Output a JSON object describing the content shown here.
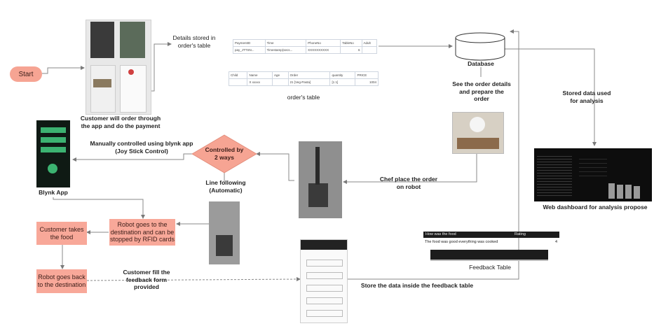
{
  "start": "Start",
  "labels": {
    "details_stored": "Details stored in order's table",
    "customer_order": "Customer will order through the app and do the payment",
    "orders_table": "order's table",
    "database": "Database",
    "see_order": "See the order details and prepare the order",
    "stored_analysis": "Stored data used for analysis",
    "web_dashboard": "Web dashboard for analysis propose",
    "chef_place": "Chef place the order on robot",
    "controlled": "Controlled by 2 ways",
    "manual": "Manually controlled using  blynk app (Joy Stick Control)",
    "blynk": "Blynk App",
    "line_following": "Line following (Automatic)",
    "robot_goes": "Robot goes to the destination and can be stopped by RFID cards",
    "customer_takes": "Customer takes the food",
    "robot_back": "Robot goes back to the destination",
    "customer_fill": "Customer fill the feedback form provided",
    "store_feedback": "Store the data inside the feedback table",
    "feedback_table": "Feedback Table"
  },
  "table1": {
    "headers": [
      "PaymentID",
      "Time",
      "PhoneNo",
      "TableNo",
      "Adult"
    ],
    "row": [
      "pay_JTTSN...",
      "Timestamp(secs...",
      "XXXXXXXXXX",
      "6",
      ""
    ]
  },
  "table2": {
    "headers": [
      "Child",
      "Name",
      "Age",
      "Order",
      "quantity",
      "PRICE"
    ],
    "row": [
      "",
      "X xxxxx",
      "",
      "21 [Veg-Pasta]",
      "[1 1]",
      "1004"
    ]
  },
  "feedback": {
    "header_left": "How was the food",
    "header_right": "Rating",
    "row1_left": "The food was good everything was cooked",
    "row1_right": "4"
  },
  "colors": {
    "accent": "#f8a899",
    "diamond": "#f6a493",
    "arrow": "#888888"
  }
}
